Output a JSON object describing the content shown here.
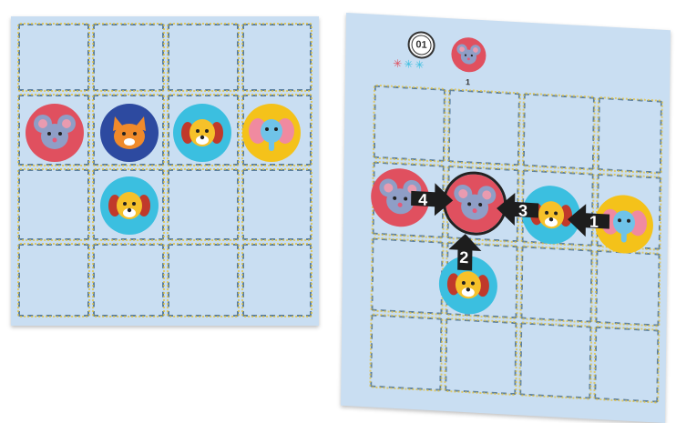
{
  "left_board": {
    "tokens": [
      {
        "animal": "mouse",
        "color": "#e0505f"
      },
      {
        "animal": "cat",
        "color": "#2d4aa0"
      },
      {
        "animal": "dog",
        "color": "#3bbfe0"
      },
      {
        "animal": "elephant",
        "color": "#f4c21a"
      },
      {
        "animal": "dog",
        "color": "#3bbfe0"
      }
    ]
  },
  "right_board": {
    "level_badge": "01",
    "goal_token": {
      "animal": "mouse",
      "color": "#e0505f"
    },
    "goal_count": "1",
    "moves": [
      "1",
      "2",
      "3",
      "4"
    ],
    "tokens": [
      {
        "animal": "mouse",
        "color": "#e0505f"
      },
      {
        "animal": "mouse",
        "color": "#e0505f"
      },
      {
        "animal": "dog",
        "color": "#3bbfe0"
      },
      {
        "animal": "elephant",
        "color": "#f4c21a"
      },
      {
        "animal": "dog",
        "color": "#3bbfe0"
      }
    ]
  }
}
